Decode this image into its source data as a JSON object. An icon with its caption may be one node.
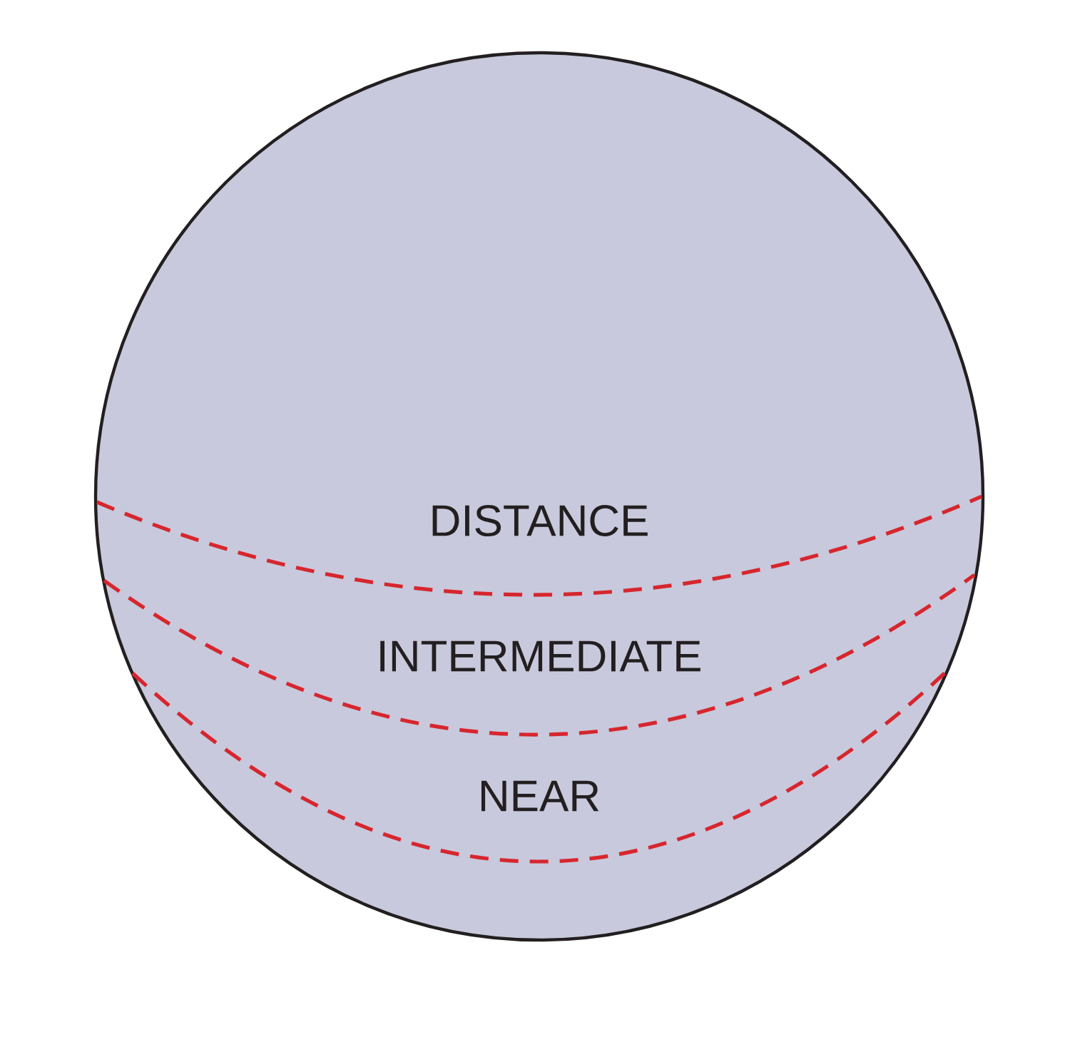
{
  "diagram": {
    "nodes": [
      {
        "text": [
          "DISTANCE",
          "INTERMEDIATE",
          "NEAR"
        ]
      }
    ]
  }
}
